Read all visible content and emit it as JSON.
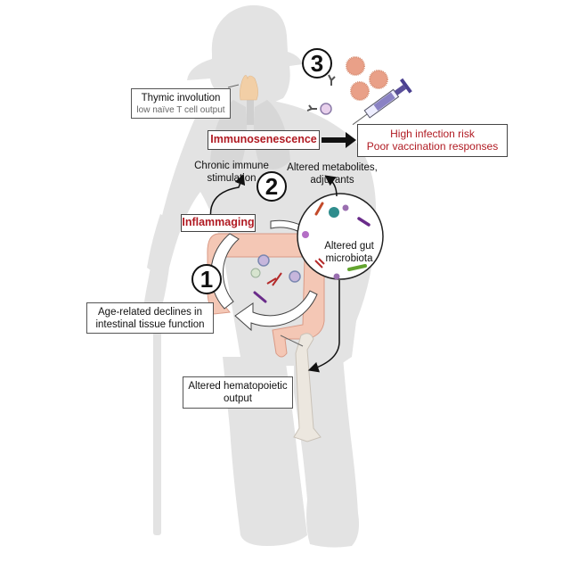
{
  "figure": {
    "title": "Gut microbiota, inflammaging and immunosenescence in aging",
    "colors": {
      "silhouette": "#e3e3e3",
      "accent_red": "#b01a22",
      "tissue_pink": "#f4c4b0",
      "outline": "#444444"
    }
  },
  "callouts": {
    "thymus": {
      "title": "Thymic involution",
      "subtitle": "low naïve T cell output"
    },
    "immunosenescence": "Immunosenescence",
    "outcome": {
      "line1": "High infection risk",
      "line2": "Poor vaccination responses"
    },
    "chronic": {
      "line1": "Chronic immune",
      "line2": "stimulation"
    },
    "metabolites": {
      "line1": "Altered metabolites,",
      "line2": "adjuvants"
    },
    "inflammaging": "Inflammaging",
    "microbiota": {
      "line1": "Altered gut",
      "line2": "microbiota"
    },
    "intestinal": {
      "line1": "Age-related declines in",
      "line2": "intestinal tissue function"
    },
    "hematopoietic": {
      "line1": "Altered hematopoietic",
      "line2": "output"
    }
  },
  "steps": [
    "1",
    "2",
    "3"
  ],
  "icons": [
    "elderly-silhouette-icon",
    "thymus-icon",
    "lungs-icon",
    "virus-icon",
    "syringe-icon",
    "antibody-icon",
    "lymphocyte-icon",
    "colon-icon",
    "bacteria-icon",
    "femur-bone-icon",
    "cycle-arrow-icon"
  ]
}
